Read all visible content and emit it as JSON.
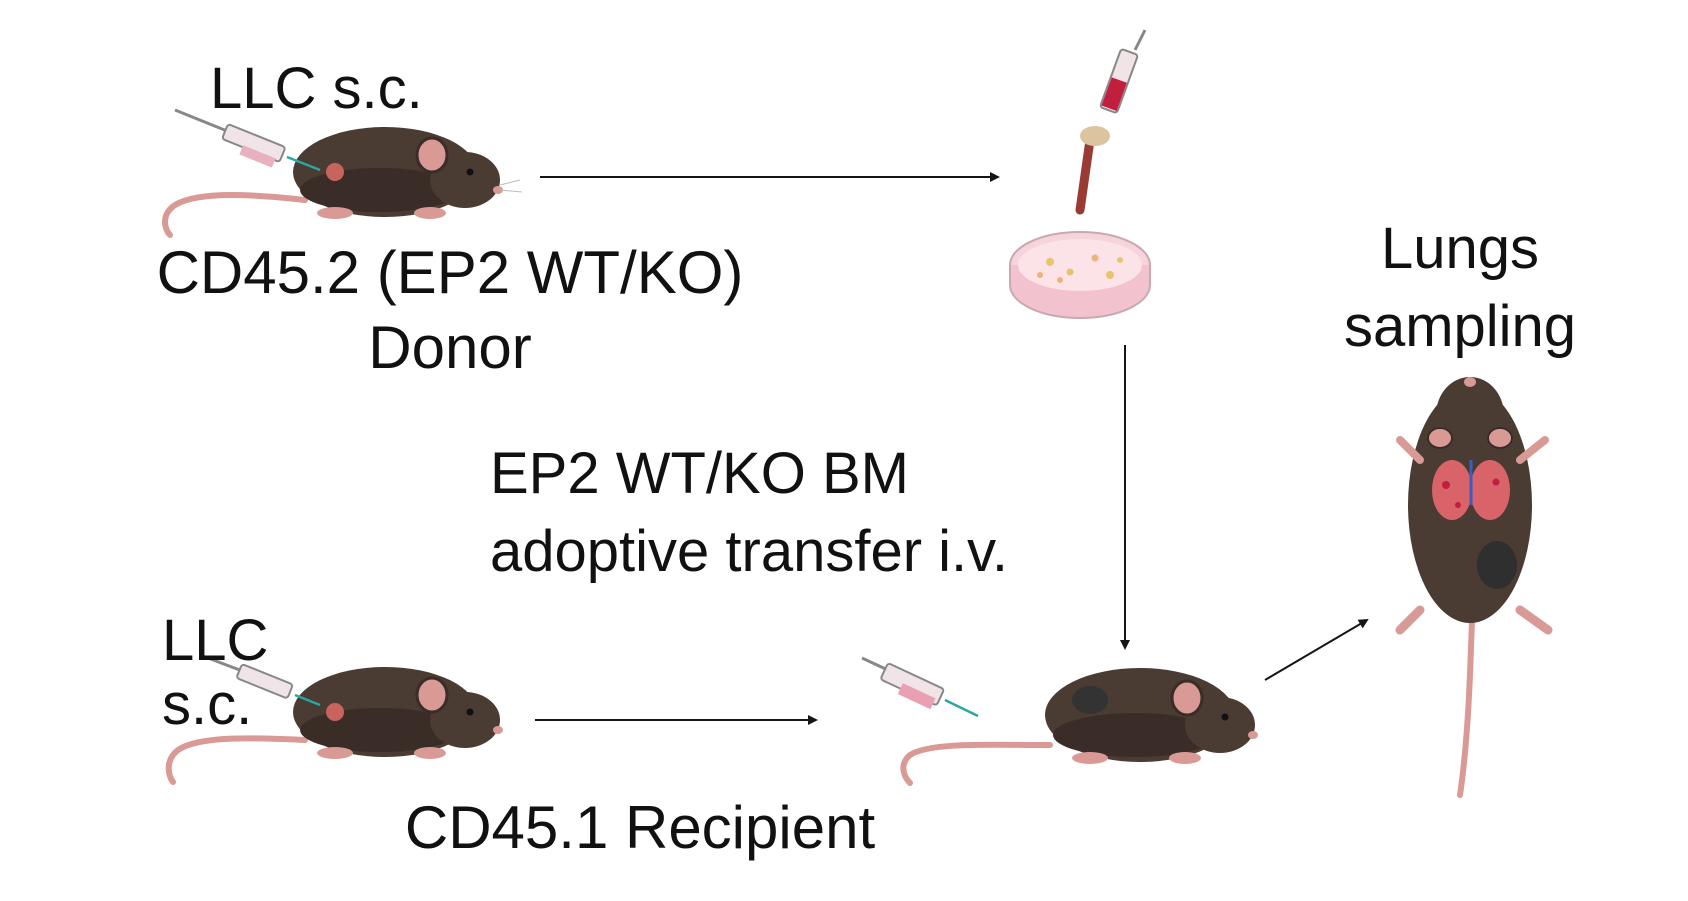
{
  "labels": {
    "donor_injection": "LLC s.c.",
    "donor_genotype": "CD45.2 (EP2 WT/KO)",
    "donor_role": "Donor",
    "transfer_line1": "EP2 WT/KO BM",
    "transfer_line2": "adoptive transfer i.v.",
    "recipient_injection_line1": "LLC",
    "recipient_injection_line2": "s.c.",
    "recipient_role": "CD45.1 Recipient",
    "sampling_line1": "Lungs",
    "sampling_line2": "sampling"
  },
  "colors": {
    "mouse_fur": "#4a3b33",
    "mouse_fur_shade": "#3a2d27",
    "mouse_skin": "#d99a95",
    "tumor": "#c8635e",
    "lung": "#d8646a",
    "dish_medium": "#f6d4dc",
    "blood": "#c21f3f",
    "arrow": "#151515"
  }
}
